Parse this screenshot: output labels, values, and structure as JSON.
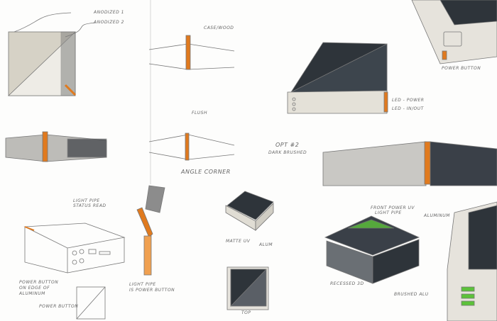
{
  "labels": {
    "anodized1": "ANODIZED 1",
    "anodized2": "ANODIZED 2",
    "casewood": "CASE/WOOD",
    "flush": "FLUSH",
    "angle_corner": "ANGLE CORNER",
    "power_button_top": "POWER BUTTON",
    "led_power": "LED - POWER",
    "led_inout": "LED - IN/OUT",
    "opt2_line1": "OPT #2",
    "opt2_line2": "DARK BRUSHED",
    "light_pipe_status_1": "LIGHT PIPE",
    "light_pipe_status_2": "STATUS READ",
    "power_edge_1": "POWER BUTTON",
    "power_edge_2": "ON EDGE OF",
    "power_edge_3": "ALUMINUM",
    "light_pipe_power_1": "LIGHT PIPE",
    "light_pipe_power_2": "IS POWER BUTTON",
    "power_button_small": "POWER BUTTON",
    "matte_uv": "MATTE UV",
    "alum": "ALUM",
    "top": "TOP",
    "front_power_1": "FRONT POWER UV",
    "front_power_2": "LIGHT PIPE",
    "aluminum": "ALUMINUM",
    "recessed": "RECESSED 3D",
    "brushed": "BRUSHED ALU"
  },
  "colors": {
    "dark": "#2e343a",
    "metal": "#cfcbc2",
    "orange": "#e07a1e",
    "green": "#5cc23a",
    "line": "#777"
  }
}
